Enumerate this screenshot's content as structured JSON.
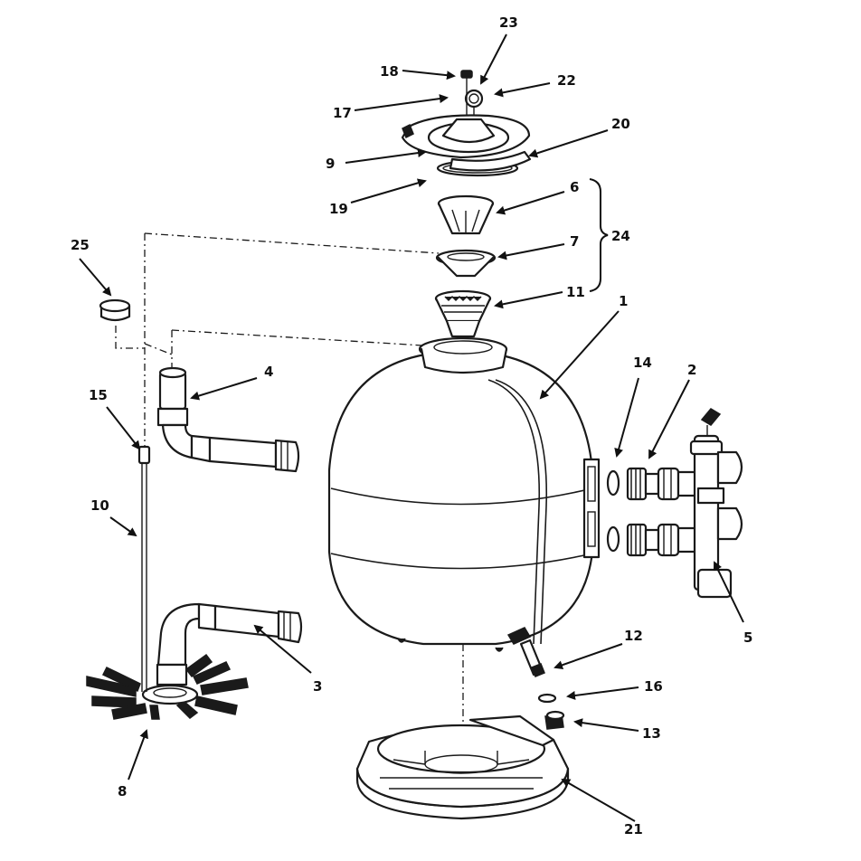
{
  "diagram": {
    "type": "exploded-parts-diagram",
    "callouts": [
      {
        "id": "c1",
        "label": "1"
      },
      {
        "id": "c2",
        "label": "2"
      },
      {
        "id": "c3",
        "label": "3"
      },
      {
        "id": "c4",
        "label": "4"
      },
      {
        "id": "c5",
        "label": "5"
      },
      {
        "id": "c6",
        "label": "6"
      },
      {
        "id": "c7",
        "label": "7"
      },
      {
        "id": "c8",
        "label": "8"
      },
      {
        "id": "c9",
        "label": "9"
      },
      {
        "id": "c10",
        "label": "10"
      },
      {
        "id": "c11",
        "label": "11"
      },
      {
        "id": "c12",
        "label": "12"
      },
      {
        "id": "c13",
        "label": "13"
      },
      {
        "id": "c14",
        "label": "14"
      },
      {
        "id": "c15",
        "label": "15"
      },
      {
        "id": "c16",
        "label": "16"
      },
      {
        "id": "c17",
        "label": "17"
      },
      {
        "id": "c18",
        "label": "18"
      },
      {
        "id": "c19",
        "label": "19"
      },
      {
        "id": "c20",
        "label": "20"
      },
      {
        "id": "c21",
        "label": "21"
      },
      {
        "id": "c22",
        "label": "22"
      },
      {
        "id": "c23",
        "label": "23"
      },
      {
        "id": "c24",
        "label": "24"
      },
      {
        "id": "c25",
        "label": "25"
      }
    ]
  }
}
